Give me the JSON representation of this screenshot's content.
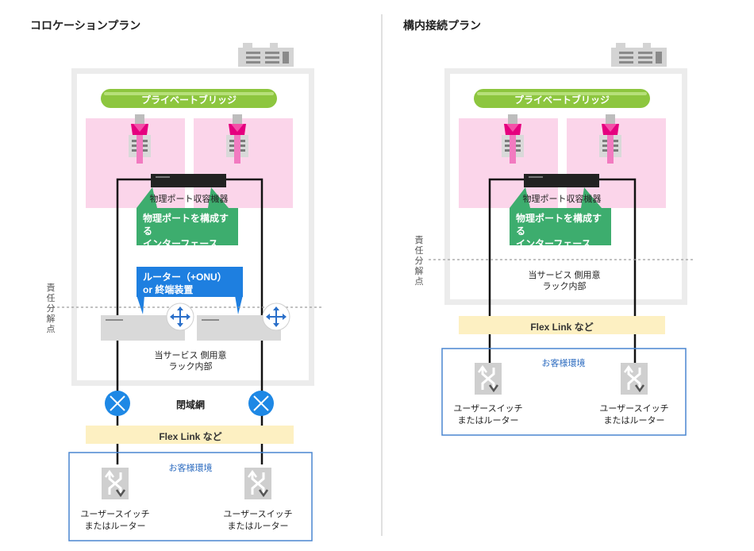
{
  "colocation": {
    "title": "コロケーションプラン",
    "bridge_label": "プライベートブリッジ",
    "device_label": "物理ポート収容機器",
    "interface_line1": "物理ポートを構成する",
    "interface_line2": "インターフェース",
    "router_line1": "ルーター（+ONU）",
    "router_line2": "or 終端装置",
    "boundary_chars": [
      "責",
      "任",
      "分",
      "解",
      "点"
    ],
    "rack_line1": "当サービス 側用意",
    "rack_line2": "ラック内部",
    "closed_network": "閉域網",
    "flex_link": "Flex Link など",
    "customer_env": "お客様環境",
    "switch_line1": "ユーザースイッチ",
    "switch_line2": "またはルーター"
  },
  "premises": {
    "title": "構内接続プラン",
    "bridge_label": "プライベートブリッジ",
    "device_label": "物理ポート収容機器",
    "interface_line1": "物理ポートを構成する",
    "interface_line2": "インターフェース",
    "boundary_chars": [
      "責",
      "任",
      "分",
      "解",
      "点"
    ],
    "rack_line1": "当サービス 側用意",
    "rack_line2": "ラック内部",
    "flex_link": "Flex Link など",
    "customer_env": "お客様環境",
    "switch_line1": "ユーザースイッチ",
    "switch_line2": "またはルーター"
  },
  "colors": {
    "bridge_green": "#8dc63f",
    "pink_zone": "#fbd5ea",
    "magenta": "#e5007f",
    "interface_green": "#3dad6e",
    "router_blue": "#1e7fe0",
    "closed_net_blue": "#1e88e5",
    "flex_yellow": "#fdf0c2",
    "customer_border": "#4a86d0",
    "rack_gray": "#ececec"
  },
  "icons": [
    "building-icon",
    "router-icon",
    "closed-network-icon",
    "switch-icon",
    "connector-icon"
  ]
}
